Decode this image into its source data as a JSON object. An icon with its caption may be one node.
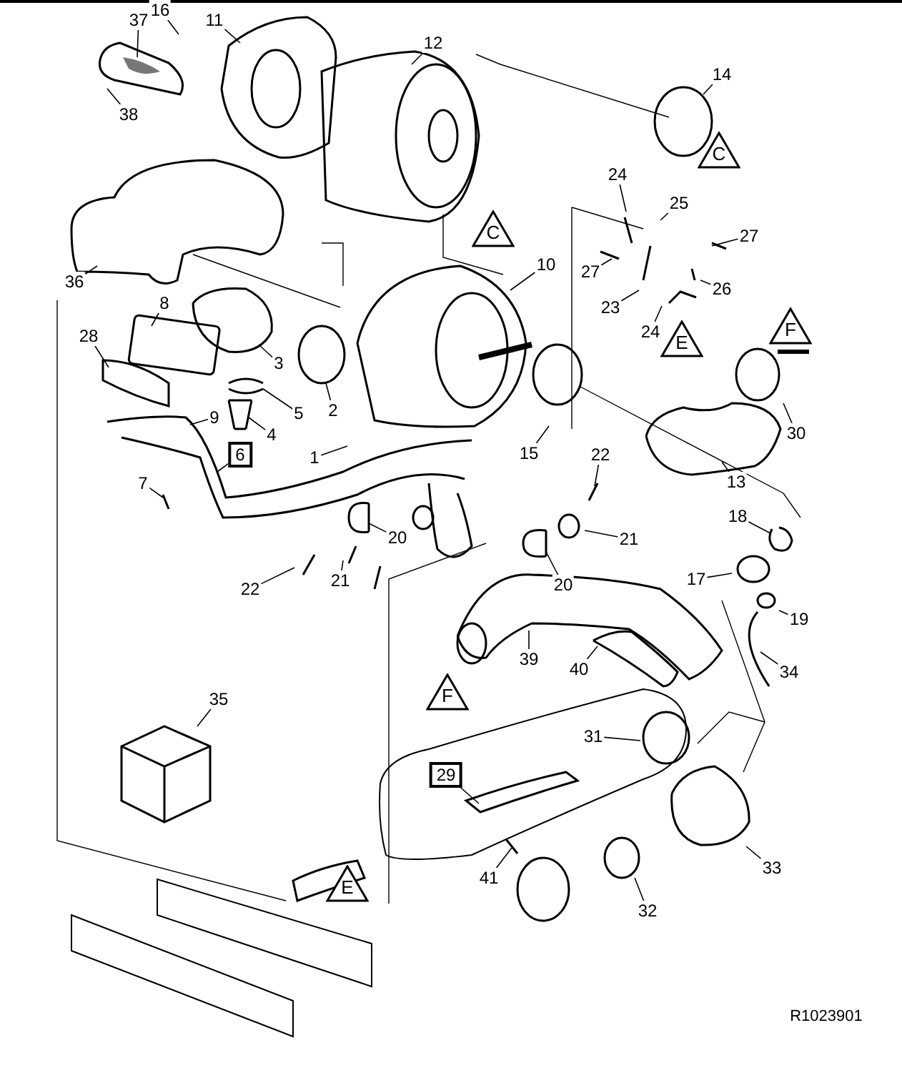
{
  "diagram": {
    "nodes": [
      {
        "text": [
          "37"
        ]
      },
      {
        "text": [
          "16"
        ]
      },
      {
        "text": [
          "11"
        ]
      },
      {
        "text": [
          "12"
        ]
      },
      {
        "text": [
          "14"
        ]
      },
      {
        "text": [
          "38"
        ]
      },
      {
        "text": [
          "36"
        ]
      },
      {
        "text": [
          "8"
        ]
      },
      {
        "text": [
          "28"
        ]
      },
      {
        "text": [
          "3"
        ]
      },
      {
        "text": [
          "5"
        ]
      },
      {
        "text": [
          "4"
        ]
      },
      {
        "text": [
          "2"
        ]
      },
      {
        "text": [
          "10"
        ]
      },
      {
        "text": [
          "24"
        ]
      },
      {
        "text": [
          "25"
        ]
      },
      {
        "text": [
          "27"
        ]
      },
      {
        "text": [
          "27"
        ]
      },
      {
        "text": [
          "26"
        ]
      },
      {
        "text": [
          "23"
        ]
      },
      {
        "text": [
          "24"
        ]
      },
      {
        "text": [
          "9"
        ]
      },
      {
        "text": [
          "6"
        ]
      },
      {
        "text": [
          "1"
        ]
      },
      {
        "text": [
          "7"
        ]
      },
      {
        "text": [
          "15"
        ]
      },
      {
        "text": [
          "13"
        ]
      },
      {
        "text": [
          "30"
        ]
      },
      {
        "text": [
          "22"
        ]
      },
      {
        "text": [
          "21"
        ]
      },
      {
        "text": [
          "20"
        ]
      },
      {
        "text": [
          "20"
        ]
      },
      {
        "text": [
          "18"
        ]
      },
      {
        "text": [
          "17"
        ]
      },
      {
        "text": [
          "19"
        ]
      },
      {
        "text": [
          "34"
        ]
      },
      {
        "text": [
          "22"
        ]
      },
      {
        "text": [
          "21"
        ]
      },
      {
        "text": [
          "39"
        ]
      },
      {
        "text": [
          "40"
        ]
      },
      {
        "text": [
          "35"
        ]
      },
      {
        "text": [
          "31"
        ]
      },
      {
        "text": [
          "29"
        ]
      },
      {
        "text": [
          "41"
        ]
      },
      {
        "text": [
          "32"
        ]
      },
      {
        "text": [
          "33"
        ]
      },
      {
        "text": [
          "C"
        ]
      },
      {
        "text": [
          "C"
        ]
      },
      {
        "text": [
          "E"
        ]
      },
      {
        "text": [
          "F"
        ]
      },
      {
        "text": [
          "F"
        ]
      },
      {
        "text": [
          "E"
        ]
      }
    ],
    "edges": [
      {
        "from": 0,
        "to": null,
        "arrow": "none"
      },
      {
        "from": 1,
        "to": null,
        "arrow": "none"
      },
      {
        "from": 2,
        "to": null,
        "arrow": "none"
      },
      {
        "from": 3,
        "to": null,
        "arrow": "none"
      },
      {
        "from": 4,
        "to": null,
        "arrow": "none"
      },
      {
        "from": 5,
        "to": null,
        "arrow": "none"
      },
      {
        "from": 6,
        "to": null,
        "arrow": "none"
      },
      {
        "from": 7,
        "to": null,
        "arrow": "none"
      },
      {
        "from": 8,
        "to": null,
        "arrow": "none"
      },
      {
        "from": 9,
        "to": null,
        "arrow": "none"
      },
      {
        "from": 10,
        "to": null,
        "arrow": "none"
      },
      {
        "from": 11,
        "to": null,
        "arrow": "none"
      },
      {
        "from": 12,
        "to": null,
        "arrow": "none"
      },
      {
        "from": 13,
        "to": null,
        "arrow": "none"
      },
      {
        "from": 14,
        "to": null,
        "arrow": "none"
      },
      {
        "from": 15,
        "to": null,
        "arrow": "none"
      },
      {
        "from": 16,
        "to": null,
        "arrow": "none"
      },
      {
        "from": 17,
        "to": null,
        "arrow": "none"
      },
      {
        "from": 18,
        "to": null,
        "arrow": "none"
      },
      {
        "from": 19,
        "to": null,
        "arrow": "none"
      },
      {
        "from": 20,
        "to": null,
        "arrow": "none"
      },
      {
        "from": 21,
        "to": null,
        "arrow": "none"
      },
      {
        "from": 22,
        "to": null,
        "arrow": "none"
      },
      {
        "from": 23,
        "to": null,
        "arrow": "none"
      },
      {
        "from": 24,
        "to": null,
        "arrow": "none"
      },
      {
        "from": 25,
        "to": null,
        "arrow": "none"
      },
      {
        "from": 26,
        "to": null,
        "arrow": "none"
      },
      {
        "from": 27,
        "to": null,
        "arrow": "none"
      },
      {
        "from": 28,
        "to": null,
        "arrow": "none"
      },
      {
        "from": 29,
        "to": null,
        "arrow": "none"
      },
      {
        "from": 30,
        "to": null,
        "arrow": "none"
      },
      {
        "from": 31,
        "to": null,
        "arrow": "none"
      },
      {
        "from": 32,
        "to": null,
        "arrow": "none"
      },
      {
        "from": 33,
        "to": null,
        "arrow": "none"
      },
      {
        "from": 34,
        "to": null,
        "arrow": "none"
      },
      {
        "from": 35,
        "to": null,
        "arrow": "none"
      },
      {
        "from": 36,
        "to": null,
        "arrow": "none"
      },
      {
        "from": 37,
        "to": null,
        "arrow": "none"
      },
      {
        "from": 38,
        "to": null,
        "arrow": "none"
      },
      {
        "from": 39,
        "to": null,
        "arrow": "none"
      },
      {
        "from": 40,
        "to": null,
        "arrow": "none"
      },
      {
        "from": 41,
        "to": null,
        "arrow": "none"
      },
      {
        "from": 42,
        "to": null,
        "arrow": "none"
      },
      {
        "from": 43,
        "to": null,
        "arrow": "none"
      },
      {
        "from": 44,
        "to": null,
        "arrow": "none"
      },
      {
        "from": 45,
        "to": null,
        "arrow": "none"
      }
    ],
    "labels": [
      "R1023901"
    ]
  }
}
